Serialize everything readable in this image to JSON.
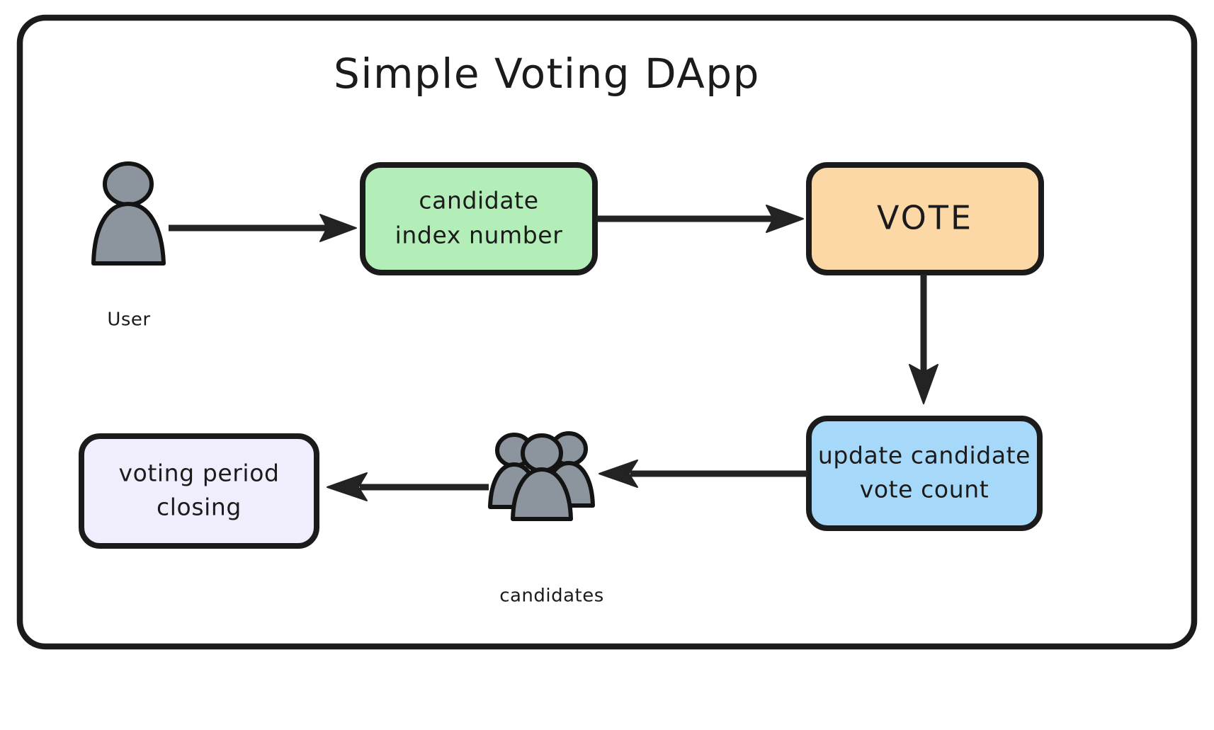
{
  "diagram": {
    "title": "Simple Voting DApp",
    "background_color": "#ffffff",
    "frame_stroke_color": "#1b1b1b",
    "text_color": "#1b1b1b",
    "nodes": [
      {
        "id": "user",
        "kind": "actor-icon",
        "label": "User",
        "icon": "person-icon",
        "fill": "#8c959d"
      },
      {
        "id": "candidate-index",
        "kind": "process-box",
        "line1": "candidate",
        "line2": "index number",
        "fill": "#b3edb8"
      },
      {
        "id": "vote",
        "kind": "process-box",
        "label": "VOTE",
        "fill": "#fbd8a5"
      },
      {
        "id": "update-count",
        "kind": "process-box",
        "line1": "update candidate",
        "line2": "vote count",
        "fill": "#a6d9f9"
      },
      {
        "id": "candidates",
        "kind": "actor-group-icon",
        "label": "candidates",
        "icon": "people-group-icon",
        "fill": "#8c959d"
      },
      {
        "id": "voting-period-closing",
        "kind": "process-box",
        "line1": "voting period",
        "line2": "closing",
        "fill": "#f0edfc"
      }
    ],
    "edges": [
      {
        "id": "edge-user-to-candidate-index",
        "from": "user",
        "to": "candidate-index",
        "direction": "right"
      },
      {
        "id": "edge-candidate-index-to-vote",
        "from": "candidate-index",
        "to": "vote",
        "direction": "right"
      },
      {
        "id": "edge-vote-to-update-count",
        "from": "vote",
        "to": "update-count",
        "direction": "down"
      },
      {
        "id": "edge-update-count-to-candidates",
        "from": "update-count",
        "to": "candidates",
        "direction": "left"
      },
      {
        "id": "edge-candidates-to-voting-period-closing",
        "from": "candidates",
        "to": "voting-period-closing",
        "direction": "left"
      }
    ]
  }
}
